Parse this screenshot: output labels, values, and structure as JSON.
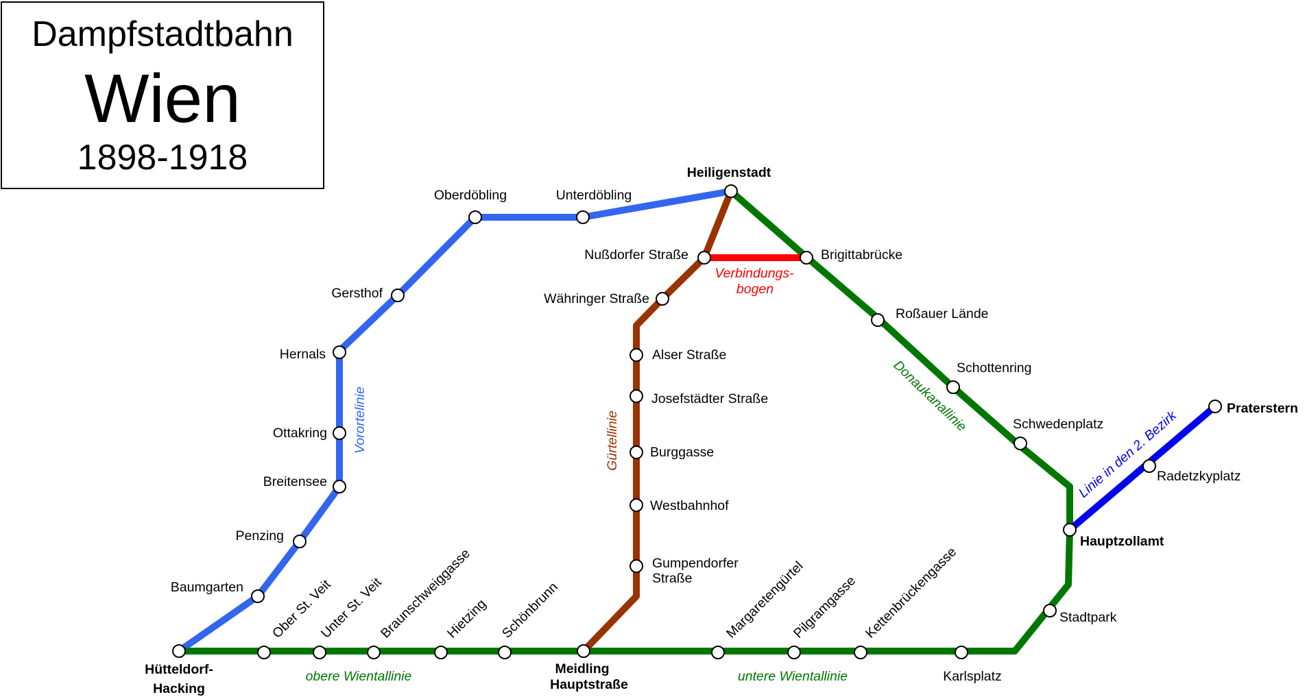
{
  "title": {
    "line1": "Dampfstadtbahn",
    "line2": "Wien",
    "line3": "1898-1918"
  },
  "lines": {
    "vorortelinie": {
      "label": "Vorortelinie",
      "color": "#3366ee"
    },
    "guertellinie": {
      "label": "Gürtellinie",
      "color": "#993300"
    },
    "donaukanallinie": {
      "label": "Donaukanallinie",
      "color": "#007700"
    },
    "obere_wientallinie": {
      "label": "obere Wientallinie",
      "color": "#007700"
    },
    "untere_wientallinie": {
      "label": "untere Wientallinie",
      "color": "#007700"
    },
    "verbindungsbogen": {
      "label1": "Verbindungs-",
      "label2": "bogen",
      "color": "#ff0000"
    },
    "linie_2_bezirk": {
      "label": "Linie in den 2. Bezirk",
      "color": "#0000ee"
    }
  },
  "stations": {
    "huetteldorf_1": "Hütteldorf-",
    "huetteldorf_2": "Hacking",
    "baumgarten": "Baumgarten",
    "penzing": "Penzing",
    "breitensee": "Breitensee",
    "ottakring": "Ottakring",
    "hernals": "Hernals",
    "gersthof": "Gersthof",
    "oberdoebling": "Oberdöbling",
    "unterdoebling": "Unterdöbling",
    "heiligenstadt": "Heiligenstadt",
    "nussdorfer": "Nußdorfer Straße",
    "waehringer": "Währinger Straße",
    "alser": "Alser Straße",
    "josefstaedter": "Josefstädter Straße",
    "burggasse": "Burggasse",
    "westbahnhof": "Westbahnhof",
    "gumpendorfer_1": "Gumpendorfer",
    "gumpendorfer_2": "Straße",
    "meidling_1": "Meidling",
    "meidling_2": "Hauptstraße",
    "ober_st_veit": "Ober St. Veit",
    "unter_st_veit": "Unter St. Veit",
    "braunschweiggasse": "Braunschweiggasse",
    "hietzing": "Hietzing",
    "schoenbrunn": "Schönbrunn",
    "margaretenguertel": "Margaretengürtel",
    "pilgramgasse": "Pilgramgasse",
    "kettenbrueckengasse": "Kettenbrückengasse",
    "karlsplatz": "Karlsplatz",
    "stadtpark": "Stadtpark",
    "hauptzollamt": "Hauptzollamt",
    "radetzkyplatz": "Radetzkyplatz",
    "praterstern": "Praterstern",
    "schwedenplatz": "Schwedenplatz",
    "schottenring": "Schottenring",
    "rossauer": "Roßauer Lände",
    "brigittabruecke": "Brigittabrücke"
  }
}
